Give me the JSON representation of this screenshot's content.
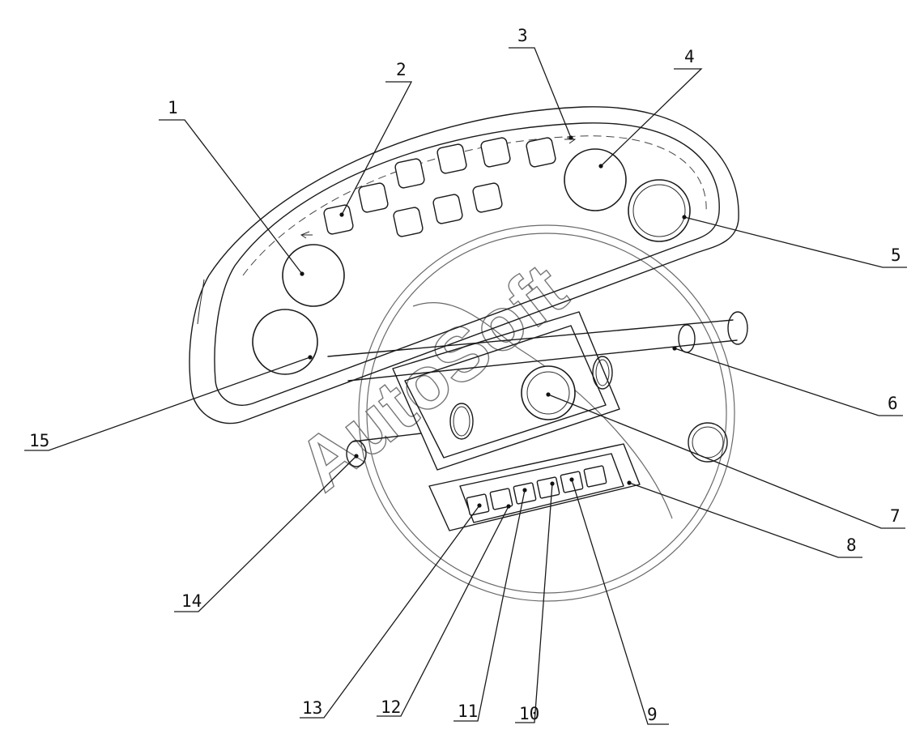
{
  "diagram": {
    "watermark": "AutoSoft",
    "callouts": [
      {
        "id": 1,
        "label": "1"
      },
      {
        "id": 2,
        "label": "2"
      },
      {
        "id": 3,
        "label": "3"
      },
      {
        "id": 4,
        "label": "4"
      },
      {
        "id": 5,
        "label": "5"
      },
      {
        "id": 6,
        "label": "6"
      },
      {
        "id": 7,
        "label": "7"
      },
      {
        "id": 8,
        "label": "8"
      },
      {
        "id": 9,
        "label": "9"
      },
      {
        "id": 10,
        "label": "10"
      },
      {
        "id": 11,
        "label": "11"
      },
      {
        "id": 12,
        "label": "12"
      },
      {
        "id": 13,
        "label": "13"
      },
      {
        "id": 14,
        "label": "14"
      },
      {
        "id": 15,
        "label": "15"
      }
    ]
  }
}
